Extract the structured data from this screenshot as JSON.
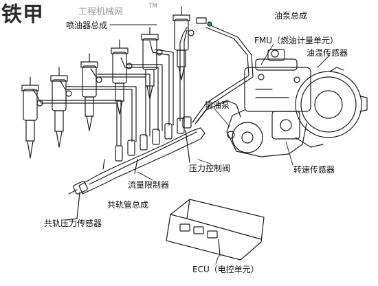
{
  "watermark": {
    "main_text": "铁甲",
    "sub_text": "工程机械网",
    "trademark": "TM"
  },
  "labels": {
    "injector_assembly": "喷油器总成",
    "pump_assembly": "油泵总成",
    "fmu": "FMU（燃油计量单元）",
    "oil_temp_sensor": "油温传感器",
    "transfer_pump": "输油泵",
    "pressure_control_valve": "压力控制阀",
    "speed_sensor": "转速传感器",
    "flow_limiter": "流量限制器",
    "common_rail_assembly": "共轨管总成",
    "rail_pressure_sensor": "共轨压力传感器",
    "ecu": "ECU（电控单元）"
  },
  "colors": {
    "line": "#1a1a1a",
    "accent_connector": "#2ea043"
  }
}
